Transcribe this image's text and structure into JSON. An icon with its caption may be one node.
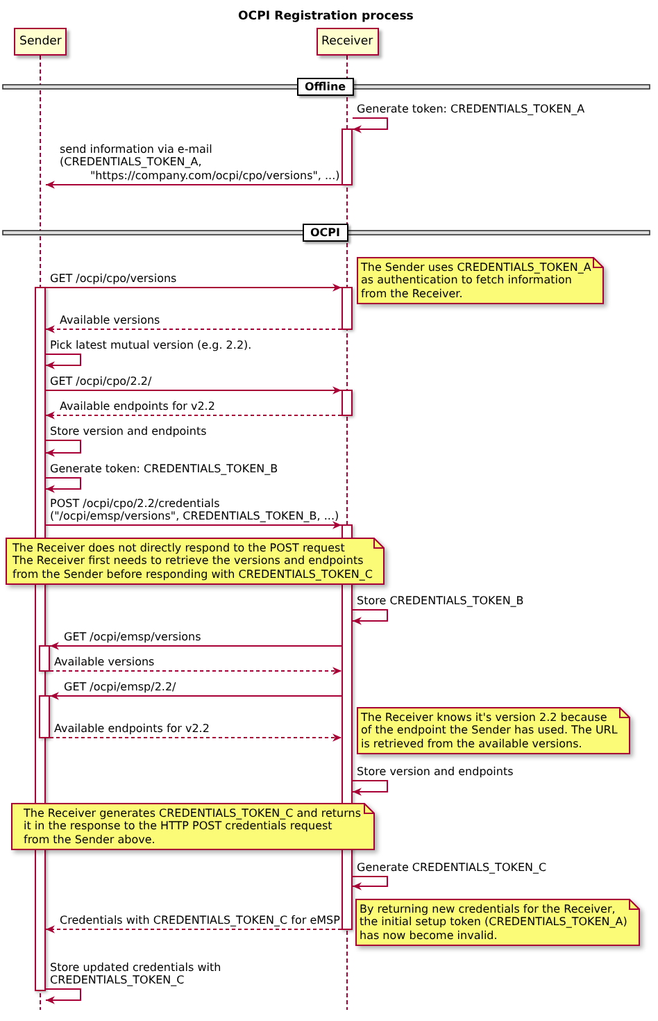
{
  "diagram": {
    "title": "OCPI Registration process",
    "nodes": [
      {
        "text": [
          "Sender"
        ]
      },
      {
        "text": [
          "Receiver"
        ]
      },
      {
        "text": [],
        "shape": "line"
      },
      {
        "text": [],
        "shape": "line"
      },
      {
        "text": [
          "Offline"
        ]
      },
      {
        "text": [
          "OCPI"
        ]
      },
      {
        "text": [
          "The Sender uses CREDENTIALS_TOKEN_A as authentication to fetch information from the Receiver."
        ]
      },
      {
        "text": [
          "The Receiver does not directly respond to the POST request The Receiver first needs to retrieve the versions and endpoints from the Sender before responding with CREDENTIALS_TOKEN_C"
        ]
      },
      {
        "text": [
          "The Receiver knows it's version 2.2 because of the endpoint the Sender has used. The URL is retrieved from the available versions."
        ]
      },
      {
        "text": [
          "The Receiver generates CREDENTIALS_TOKEN_C and returns it in the response to the HTTP POST credentials request from the Sender above."
        ]
      },
      {
        "text": [
          "By returning new credentials for the Receiver, the initial setup token (CREDENTIALS_TOKEN_A) has now become invalid."
        ]
      }
    ],
    "edges": [
      {
        "from": 3,
        "to": 3,
        "arrow": "to",
        "label": "Generate token: CREDENTIALS_TOKEN_A"
      },
      {
        "from": 3,
        "to": 2,
        "arrow": "to",
        "label": "send information via e-mail (CREDENTIALS_TOKEN_A, \"https://company.com/ocpi/cpo/versions\", ...)"
      },
      {
        "from": 2,
        "to": 3,
        "arrow": "to",
        "label": "GET /ocpi/cpo/versions"
      },
      {
        "from": 3,
        "to": 2,
        "arrow": "to",
        "label": "Available versions",
        "style": "dashed"
      },
      {
        "from": 2,
        "to": 2,
        "arrow": "to",
        "label": "Pick latest mutual version (e.g. 2.2)."
      },
      {
        "from": 2,
        "to": 3,
        "arrow": "to",
        "label": "GET /ocpi/cpo/2.2/"
      },
      {
        "from": 3,
        "to": 2,
        "arrow": "to",
        "label": "Available endpoints for v2.2",
        "style": "dashed"
      },
      {
        "from": 2,
        "to": 2,
        "arrow": "to",
        "label": "Store version and endpoints"
      },
      {
        "from": 2,
        "to": 2,
        "arrow": "to",
        "label": "Generate token: CREDENTIALS_TOKEN_B"
      },
      {
        "from": 2,
        "to": 3,
        "arrow": "to",
        "label": "POST /ocpi/cpo/2.2/credentials (\"/ocpi/emsp/versions\", CREDENTIALS_TOKEN_B, ...)"
      },
      {
        "from": 3,
        "to": 3,
        "arrow": "to",
        "label": "Store CREDENTIALS_TOKEN_B"
      },
      {
        "from": 3,
        "to": 2,
        "arrow": "to",
        "label": "GET /ocpi/emsp/versions"
      },
      {
        "from": 2,
        "to": 3,
        "arrow": "to",
        "label": "Available versions",
        "style": "dashed"
      },
      {
        "from": 3,
        "to": 2,
        "arrow": "to",
        "label": "GET /ocpi/emsp/2.2/"
      },
      {
        "from": 2,
        "to": 3,
        "arrow": "to",
        "label": "Available endpoints for v2.2",
        "style": "dashed"
      },
      {
        "from": 3,
        "to": 3,
        "arrow": "to",
        "label": "Store version and endpoints"
      },
      {
        "from": 3,
        "to": 3,
        "arrow": "to",
        "label": "Generate CREDENTIALS_TOKEN_C"
      },
      {
        "from": 3,
        "to": 2,
        "arrow": "to",
        "label": "Credentials with CREDENTIALS_TOKEN_C for eMSP",
        "style": "dashed"
      },
      {
        "from": 2,
        "to": 2,
        "arrow": "to",
        "label": "Store updated credentials with CREDENTIALS_TOKEN_C"
      }
    ]
  }
}
